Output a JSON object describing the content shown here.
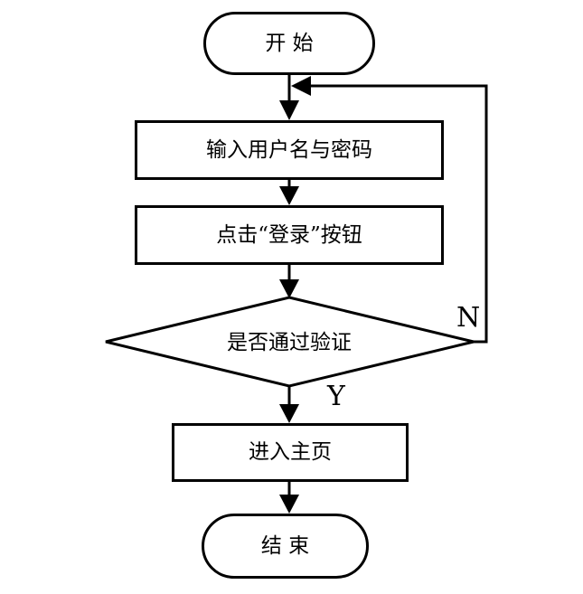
{
  "flowchart": {
    "nodes": {
      "start": {
        "label": "开 始",
        "type": "terminal"
      },
      "input_credentials": {
        "label": "输入用户名与密码",
        "type": "process"
      },
      "click_login": {
        "label": "点击“登录”按钮",
        "type": "process"
      },
      "verify": {
        "label": "是否通过验证",
        "type": "decision"
      },
      "enter_home": {
        "label": "进入主页",
        "type": "process"
      },
      "end": {
        "label": "结 束",
        "type": "terminal"
      }
    },
    "branch_labels": {
      "yes": "Y",
      "no": "N"
    },
    "colors": {
      "stroke": "#000000",
      "fill": "#ffffff"
    }
  }
}
